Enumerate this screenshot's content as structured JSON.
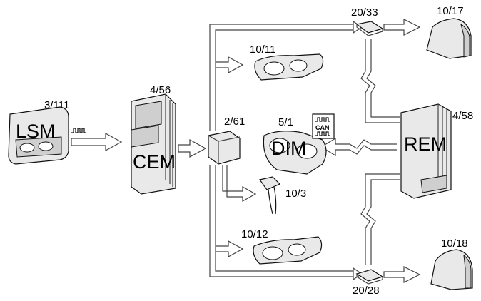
{
  "labels": {
    "lsm_num": "3/111",
    "lsm_name": "LSM",
    "cem_num": "4/56",
    "cem_name": "CEM",
    "relay_num": "2/61",
    "lamp_top_num": "10/11",
    "lamp_bottom_num": "10/12",
    "dim_num": "5/1",
    "dim_name": "DIM",
    "bulb_num": "10/3",
    "module_top_num": "20/33",
    "module_bottom_num": "20/28",
    "rear_lamp_top_num": "10/17",
    "rear_lamp_bottom_num": "10/18",
    "rem_num": "4/58",
    "rem_name": "REM",
    "can_badge": "CAN"
  }
}
